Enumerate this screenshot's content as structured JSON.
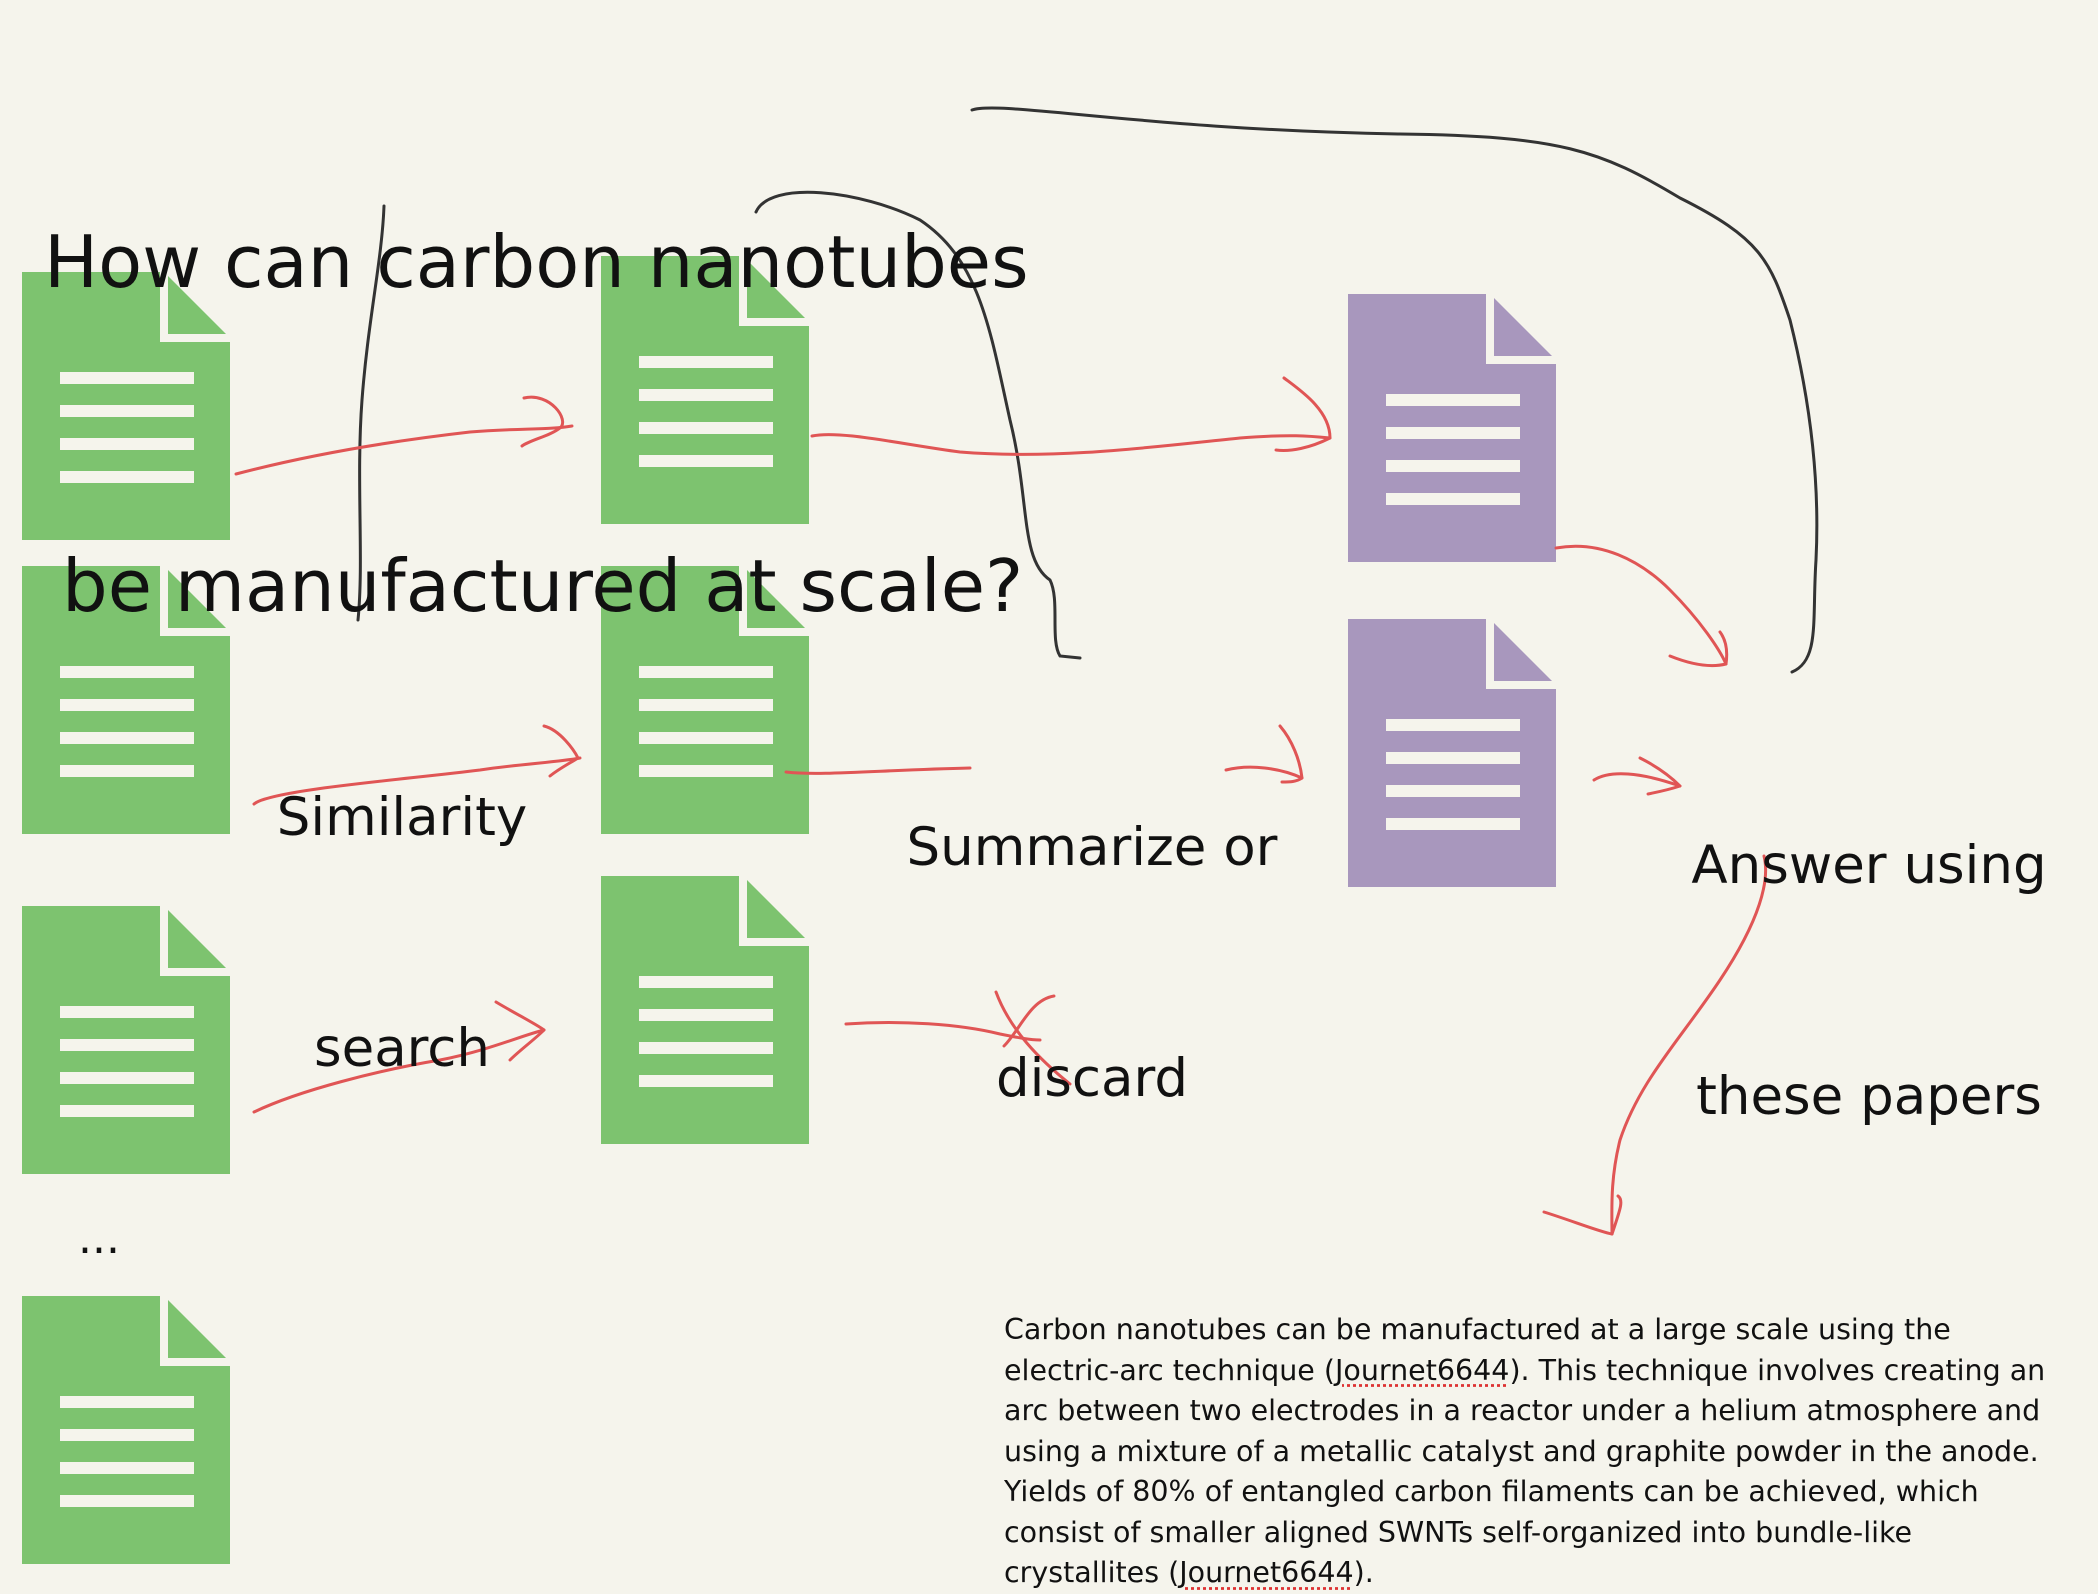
{
  "question": {
    "line1": "How can carbon nanotubes",
    "line2": "be manufactured at scale?"
  },
  "labels": {
    "similarity_line1": "Similarity",
    "similarity_line2": "search",
    "summarize_line1": "Summarize or",
    "summarize_line2": "discard",
    "answer_line1": "Answer using",
    "answer_line2": "these papers"
  },
  "ellipsis": "...",
  "answer": {
    "s1": "Carbon nanotubes can be manufactured at a large scale using the electric-arc technique (",
    "cite1": "Journet6644",
    "s2": "). This technique involves creating an arc between two electrodes in a reactor under a helium atmosphere and using a mixture of a metallic catalyst and graphite powder in the anode. Yields of 80% of entangled carbon filaments can be achieved, which consist of smaller aligned SWNTs self-organized into bundle-like crystallites (",
    "cite2": "Journet6644",
    "s3": ")."
  },
  "colors": {
    "background": "#f5f4ec",
    "paper_green": "#7dc36f",
    "paper_purple": "#a897bd",
    "paper_lines": "#f5f4ec",
    "red_arrow": "#e05555",
    "black_line": "#333333"
  },
  "icons": [
    "document-icon"
  ]
}
